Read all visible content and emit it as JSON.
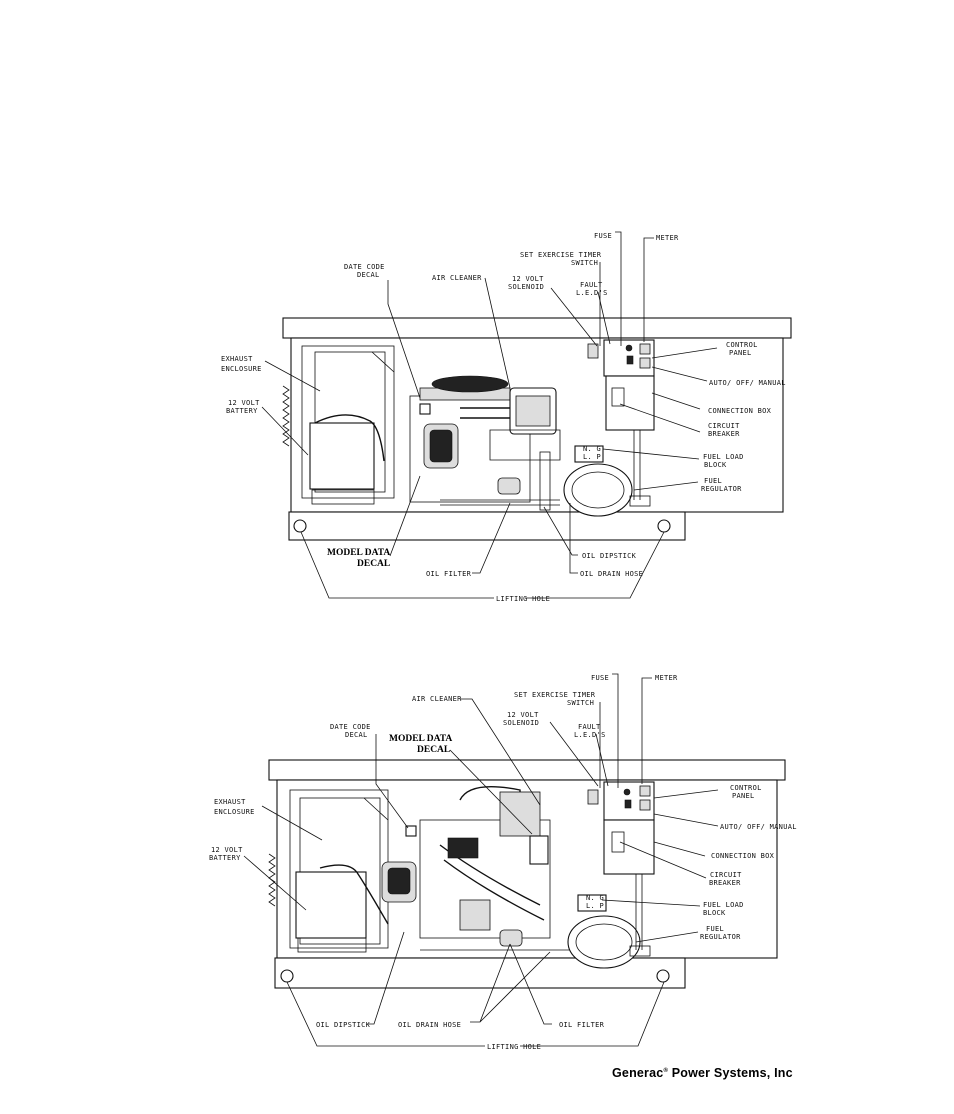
{
  "diagram1": {
    "labels": {
      "fuse": "FUSE",
      "meter": "METER",
      "set_timer_1": "SET EXERCISE TIMER",
      "set_timer_2": "SWITCH",
      "date_code_1": "DATE CODE",
      "date_code_2": "DECAL",
      "air_cleaner": "AIR CLEANER",
      "solenoid_1": "12 VOLT",
      "solenoid_2": "SOLENOID",
      "fault_1": "FAULT",
      "fault_2": "L.E.D'S",
      "control_1": "CONTROL",
      "control_2": "PANEL",
      "exhaust_1": "EXHAUST",
      "exhaust_2": "ENCLOSURE",
      "auto": "AUTO/ OFF/ MANUAL",
      "battery_1": "12 VOLT",
      "battery_2": "BATTERY",
      "connection": "CONNECTION BOX",
      "breaker_1": "CIRCUIT",
      "breaker_2": "BREAKER",
      "fuel_load_1": "FUEL LOAD",
      "fuel_load_2": "BLOCK",
      "fuel_reg_1": "FUEL",
      "fuel_reg_2": "REGULATOR",
      "model_1": "MODEL DATA",
      "model_2": "DECAL",
      "oil_dipstick": "OIL DIPSTICK",
      "oil_filter": "OIL FILTER",
      "oil_drain": "OIL DRAIN HOSE",
      "lifting": "LIFTING HOLE",
      "ng": "N. G",
      "lp": "L. P"
    }
  },
  "diagram2": {
    "labels": {
      "fuse": "FUSE",
      "meter": "METER",
      "set_timer_1": "SET EXERCISE TIMER",
      "set_timer_2": "SWITCH",
      "air_cleaner": "AIR CLEANER",
      "solenoid_1": "12 VOLT",
      "solenoid_2": "SOLENOID",
      "date_code_1": "DATE CODE",
      "date_code_2": "DECAL",
      "model_1": "MODEL DATA",
      "model_2": "DECAL",
      "fault_1": "FAULT",
      "fault_2": "L.E.D'S",
      "control_1": "CONTROL",
      "control_2": "PANEL",
      "exhaust_1": "EXHAUST",
      "exhaust_2": "ENCLOSURE",
      "auto": "AUTO/ OFF/ MANUAL",
      "battery_1": "12 VOLT",
      "battery_2": "BATTERY",
      "connection": "CONNECTION BOX",
      "breaker_1": "CIRCUIT",
      "breaker_2": "BREAKER",
      "fuel_load_1": "FUEL LOAD",
      "fuel_load_2": "BLOCK",
      "fuel_reg_1": "FUEL",
      "fuel_reg_2": "REGULATOR",
      "oil_dipstick": "OIL DIPSTICK",
      "oil_drain": "OIL DRAIN HOSE",
      "oil_filter": "OIL FILTER",
      "lifting": "LIFTING HOLE",
      "ng": "N. G",
      "lp": "L. P"
    }
  },
  "footer": {
    "brand": "Generac",
    "reg": "®",
    "rest": " Power Systems, Inc"
  }
}
